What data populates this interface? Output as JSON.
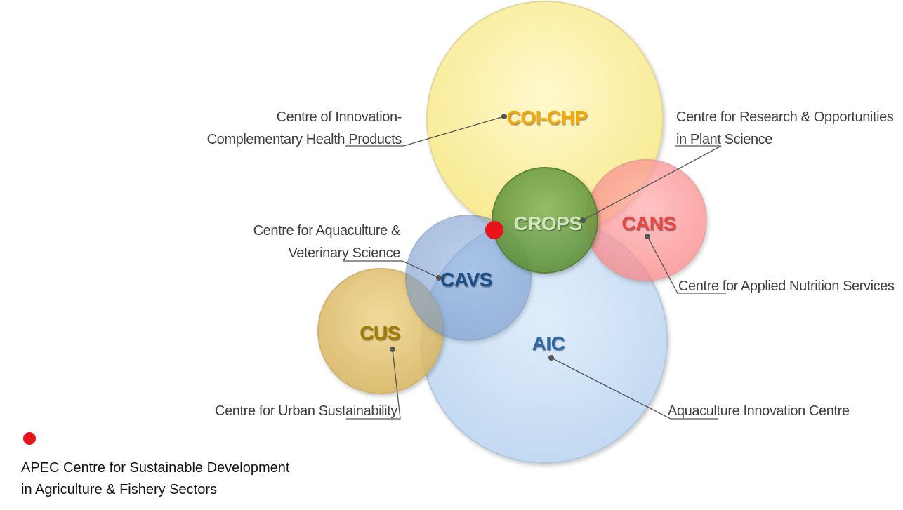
{
  "centres": {
    "coi_chp": {
      "abbr": "COI-CHP",
      "name_line1": "Centre of Innovation-",
      "name_line2": "Complementary Health Products",
      "color": "#f2c21a"
    },
    "crops": {
      "abbr": "CROPS",
      "name_line1": "Centre for Research & Opportunities",
      "name_line2": "in Plant Science",
      "color": "#6a9a3c"
    },
    "cans": {
      "abbr": "CANS",
      "name_line1": "Centre for Applied Nutrition Services",
      "color": "#ff6b6b"
    },
    "cavs": {
      "abbr": "CAVS",
      "name_line1": "Centre for Aquaculture &",
      "name_line2": "Veterinary Science",
      "color": "#5a82be"
    },
    "cus": {
      "abbr": "CUS",
      "name_line1": "Centre for Urban Sustainability",
      "color": "#d9b65a"
    },
    "aic": {
      "abbr": "AIC",
      "name_line1": "Aquaculture Innovation Centre",
      "color": "#b9d6f2"
    }
  },
  "apec": {
    "marker_color": "#e8141b",
    "legend_line1": "APEC Centre for Sustainable Development",
    "legend_line2": "in Agriculture & Fishery Sectors"
  }
}
